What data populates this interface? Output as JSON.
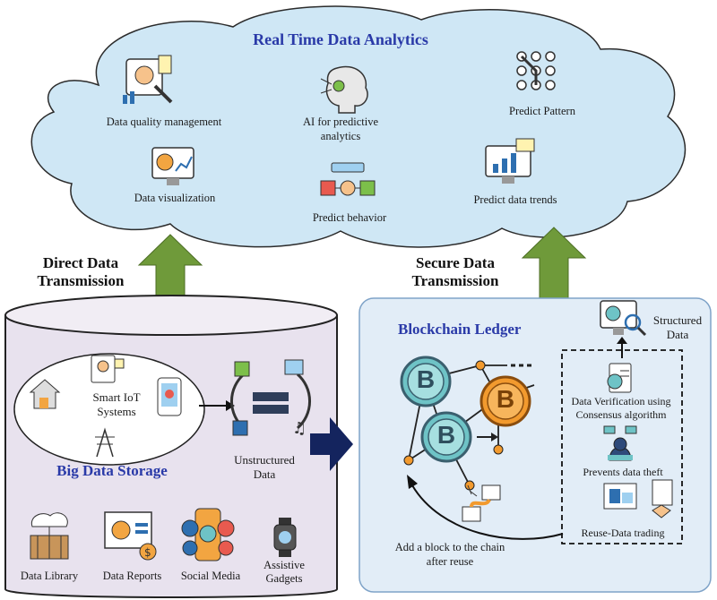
{
  "cloud": {
    "title": "Real Time Data Analytics",
    "items": {
      "quality": "Data quality management",
      "ai_line1": "AI for predictive",
      "ai_line2": "analytics",
      "pattern": "Predict  Pattern",
      "visualization": "Data visualization",
      "behavior": "Predict behavior",
      "trends": "Predict data trends"
    }
  },
  "left_transfer": {
    "line1": "Direct Data",
    "line2": "Transmission"
  },
  "right_transfer": {
    "line1": "Secure Data",
    "line2": "Transmission"
  },
  "storage": {
    "title": "Big Data Storage",
    "iot_line1": "Smart IoT",
    "iot_line2": "Systems",
    "unstructured_line1": "Unstructured",
    "unstructured_line2": "Data",
    "bottom": {
      "library": "Data Library",
      "reports": "Data Reports",
      "social": "Social Media",
      "gadgets_line1": "Assistive",
      "gadgets_line2": "Gadgets"
    }
  },
  "blockchain": {
    "title": "Blockchain Ledger",
    "structured_line1": "Structured",
    "structured_line2": "Data",
    "verify_line1": "Data Verification using",
    "verify_line2": "Consensus algorithm",
    "theft": "Prevents data theft",
    "reuse": "Reuse-Data trading",
    "add_line1": "Add a block to the chain",
    "add_line2": "after reuse",
    "coin_symbol": "B"
  },
  "colors": {
    "cloud_fill": "#cfe7f5",
    "title_blue": "#2a3aa8",
    "arrow_green": "#6f9a3a",
    "arrow_navy": "#14245e",
    "storage_fill": "#e8e2ee",
    "ledger_fill": "#e2edf7",
    "coin_teal": "#6ec3c6",
    "coin_orange": "#f29a2e"
  }
}
